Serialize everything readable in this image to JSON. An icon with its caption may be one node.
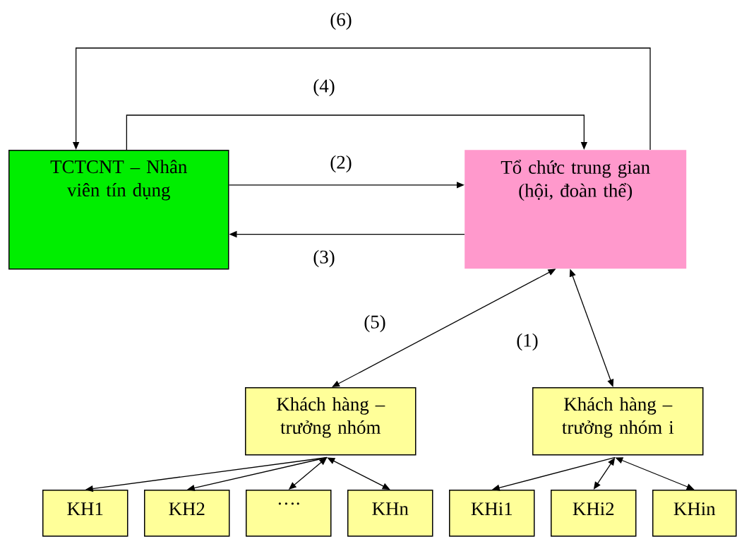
{
  "diagram": {
    "nodes": [
      {
        "text": [
          "TCTCNT – Nhân viên tín dụng"
        ]
      },
      {
        "text": [
          "Tổ chức trung gian (hội, đoàn thể)"
        ]
      },
      {
        "text": [
          "Khách hàng – trưởng nhóm"
        ]
      },
      {
        "text": [
          "Khách hàng – trưởng nhóm i"
        ]
      },
      {
        "text": [
          "KH1"
        ]
      },
      {
        "text": [
          "KH2"
        ]
      },
      {
        "text": [
          "…."
        ]
      },
      {
        "text": [
          "KHn"
        ]
      },
      {
        "text": [
          "KHi1"
        ]
      },
      {
        "text": [
          "KHi2"
        ]
      },
      {
        "text": [
          "KHin"
        ]
      }
    ],
    "edges": [
      {
        "from": 0,
        "to": 1,
        "arrow": "to",
        "label": "(2)"
      },
      {
        "from": 1,
        "to": 0,
        "arrow": "to",
        "label": "(3)"
      },
      {
        "from": 0,
        "to": 1,
        "arrow": "to",
        "label": "(4)"
      },
      {
        "from": 1,
        "to": 0,
        "arrow": "to",
        "label": "(6)"
      },
      {
        "from": 2,
        "to": 1,
        "arrow": "both",
        "label": "(5)"
      },
      {
        "from": 3,
        "to": 1,
        "arrow": "both",
        "label": "(1)"
      },
      {
        "from": 2,
        "to": 4,
        "arrow": "to"
      },
      {
        "from": 2,
        "to": 5,
        "arrow": "to"
      },
      {
        "from": 2,
        "to": 6,
        "arrow": "both"
      },
      {
        "from": 2,
        "to": 7,
        "arrow": "both"
      },
      {
        "from": 3,
        "to": 8,
        "arrow": "to"
      },
      {
        "from": 3,
        "to": 9,
        "arrow": "both"
      },
      {
        "from": 3,
        "to": 10,
        "arrow": "both"
      }
    ]
  }
}
